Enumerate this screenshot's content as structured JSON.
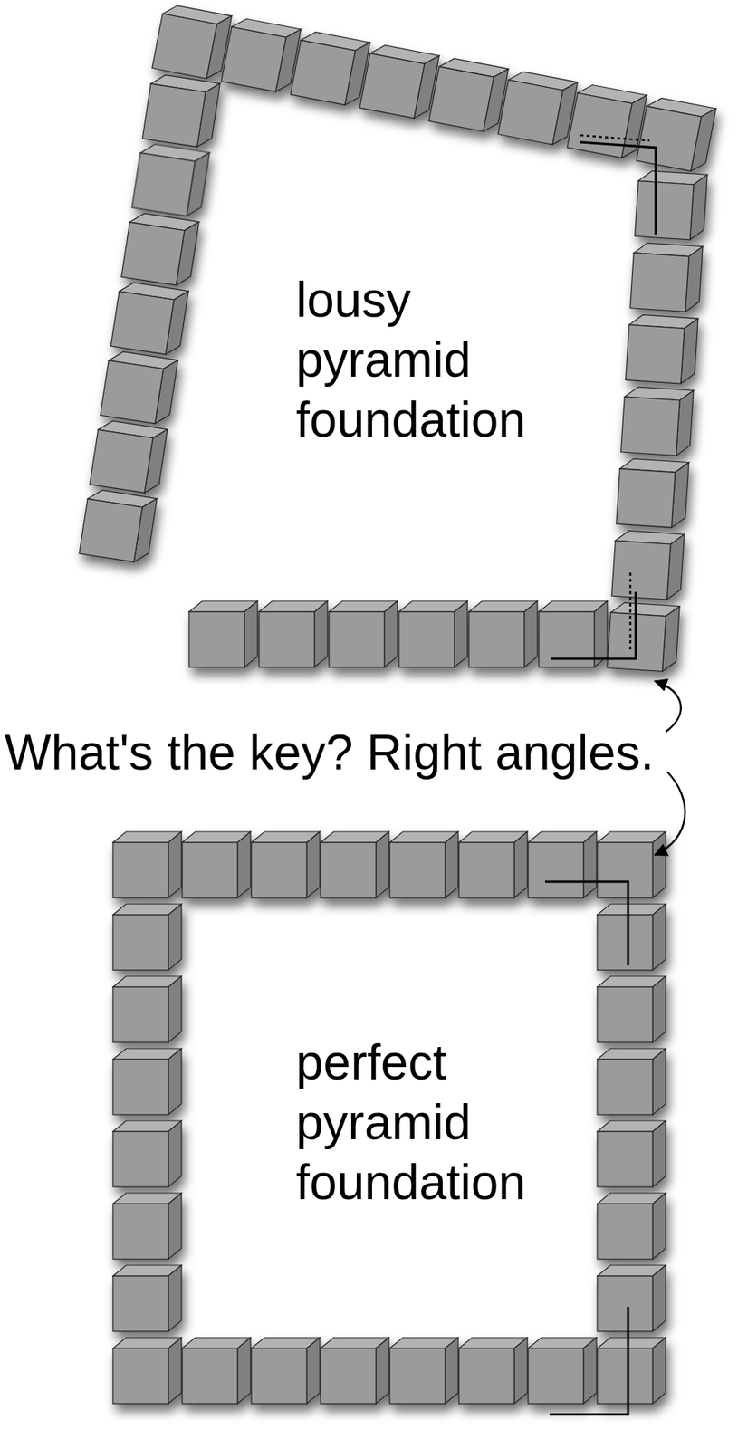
{
  "diagram": {
    "labels": [
      "lousy pyramid foundation",
      "What's the key? Right angles.",
      "perfect pyramid foundation"
    ]
  }
}
